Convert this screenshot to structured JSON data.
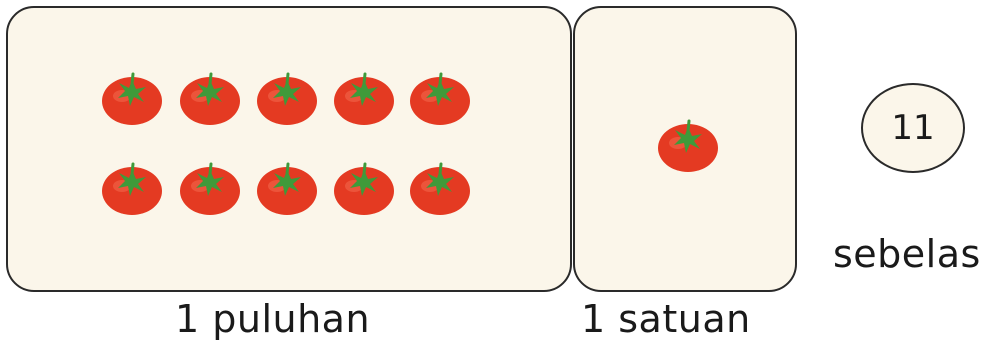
{
  "tens": {
    "count": 10,
    "label": "1 puluhan"
  },
  "ones": {
    "count": 1,
    "label": "1 satuan"
  },
  "number": {
    "value": "11",
    "word": "sebelas"
  },
  "colors": {
    "panel_fill": "#fbf6ea",
    "tomato_red": "#e43a22",
    "leaf_green": "#3f9a3a"
  },
  "icons": {
    "item": "tomato-icon"
  }
}
